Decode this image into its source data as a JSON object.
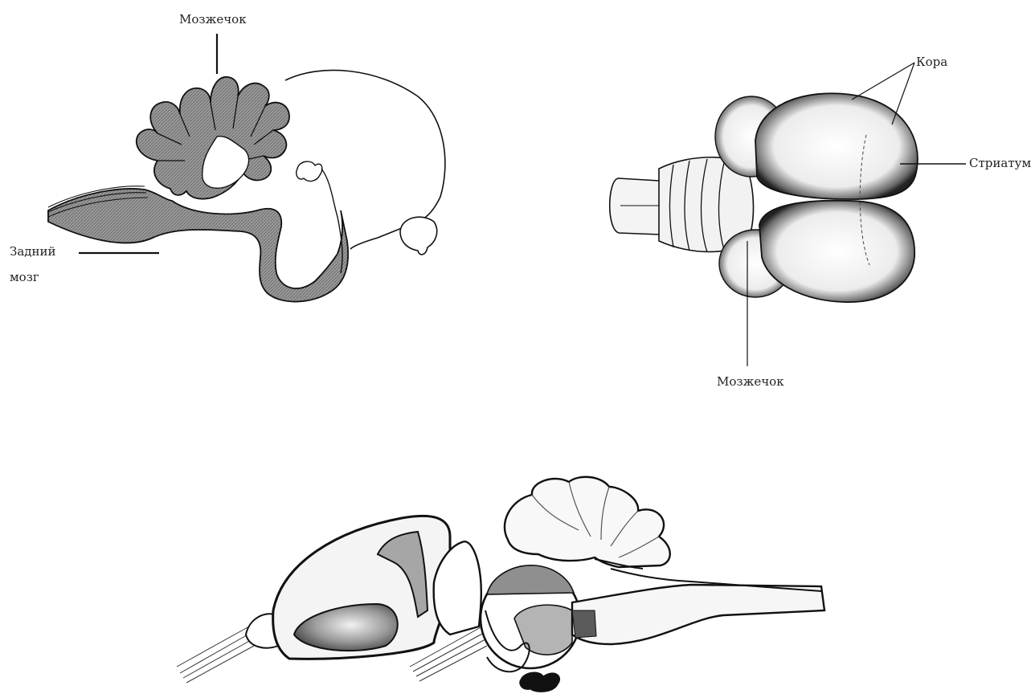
{
  "figure_top_left": {
    "label_cerebellum": "Мозжечок",
    "label_hindbrain_line1": "Задний",
    "label_hindbrain_line2": "мозг"
  },
  "figure_top_right": {
    "label_cortex": "Кора",
    "label_striatum": "Стриатум",
    "label_cerebellum": "Мозжечок"
  },
  "figure_bottom": {},
  "colors": {
    "ink": "#111111",
    "gray_fill": "#8a8a8a",
    "light_fill": "#e6e6e6",
    "background": "#ffffff"
  }
}
